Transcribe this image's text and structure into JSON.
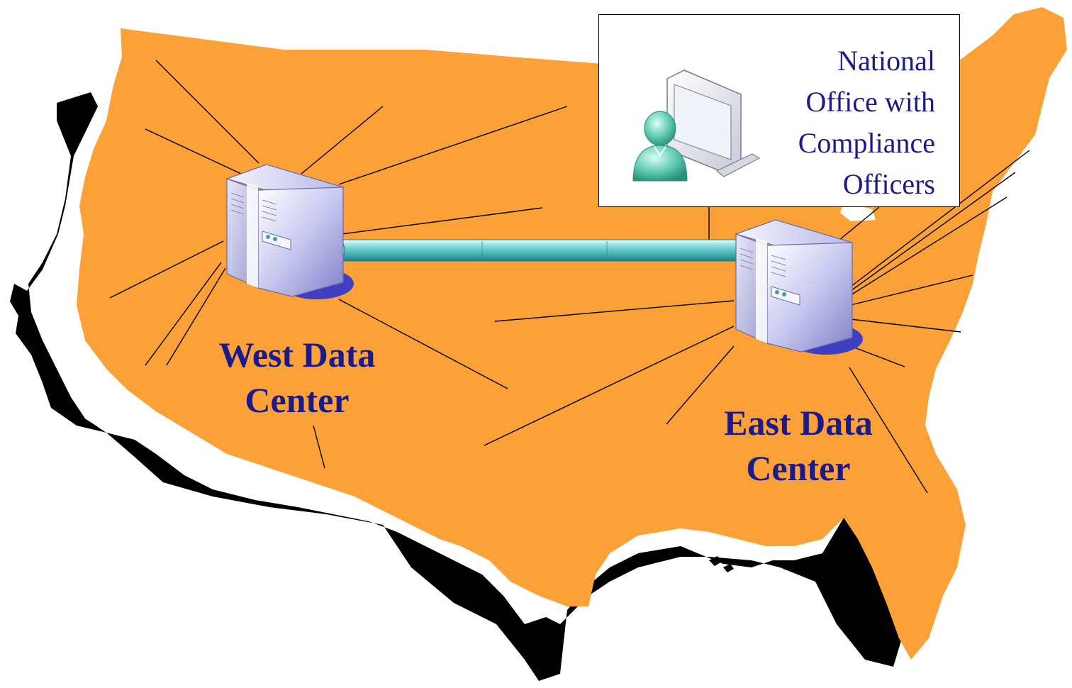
{
  "diagram": {
    "nodes": {
      "west_data_center": {
        "label_lines": [
          "West Data",
          "Center"
        ]
      },
      "east_data_center": {
        "label_lines": [
          "East Data",
          "Center"
        ]
      },
      "national_office": {
        "label_lines": [
          "National",
          "Office with",
          "Compliance",
          "Officers"
        ]
      }
    },
    "edges": [
      {
        "from": "west_data_center",
        "to": "east_data_center",
        "style": "teal-pipe"
      },
      {
        "from": "national_office",
        "to": "east_data_center",
        "style": "thin-line"
      }
    ],
    "spokes": {
      "west_data_center": 10,
      "east_data_center": 12
    }
  },
  "colors": {
    "map_fill": "#FBA137",
    "map_shadow": "#000000",
    "label_text": "#1A1A8C",
    "pipe": "#5CC7C7",
    "server_base": "#3F3FC4",
    "line": "#000000"
  },
  "icons": {
    "server": "server-tower-icon",
    "workstation": "user-at-monitor-icon"
  }
}
